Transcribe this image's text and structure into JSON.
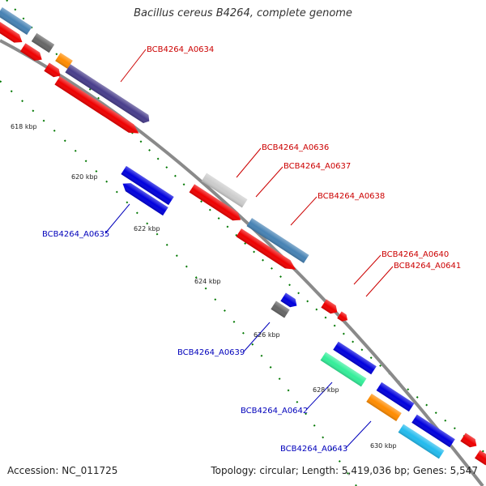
{
  "header": {
    "title": "Bacillus cereus B4264, complete genome"
  },
  "footer": {
    "accession": "Accession: NC_011725",
    "summary": "Topology: circular; Length: 5,419,036 bp; Genes: 5,547"
  },
  "axis_ticks": [
    "618 kbp",
    "620 kbp",
    "622 kbp",
    "624 kbp",
    "626 kbp",
    "628 kbp",
    "630 kbp"
  ],
  "gene_labels": {
    "a0634": "BCB4264_A0634",
    "a0635": "BCB4264_A0635",
    "a0636": "BCB4264_A0636",
    "a0637": "BCB4264_A0637",
    "a0638": "BCB4264_A0638",
    "a0639": "BCB4264_A0639",
    "a0640": "BCB4264_A0640",
    "a0641": "BCB4264_A0641",
    "a0642": "BCB4264_A0642",
    "a0643": "BCB4264_A0643"
  },
  "colors": {
    "forward_label": "#cc0000",
    "reverse_label": "#0000bb",
    "cds_red": "#ee0000",
    "cds_blue": "#0000dd",
    "steel_blue": "#4682b4",
    "purple": "#483d8b",
    "gray": "#666666",
    "light_gray": "#cccccc",
    "orange": "#ff8c00",
    "green": "#33ee99",
    "cyan": "#22bbee",
    "backbone": "#888888",
    "gc_dots": "#007700"
  }
}
